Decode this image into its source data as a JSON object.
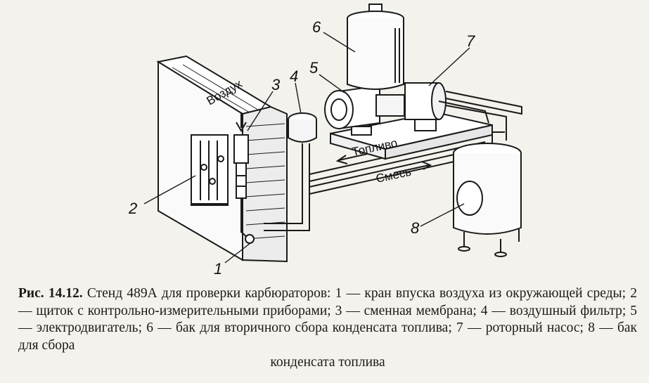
{
  "diagram": {
    "callouts": [
      "1",
      "2",
      "3",
      "4",
      "5",
      "6",
      "7",
      "8"
    ],
    "labels": {
      "air": "Воздух",
      "fuel": "Топливо",
      "mixture": "Смесь"
    }
  },
  "caption": {
    "figure_number": "Рис. 14.12.",
    "body": "Стенд 489А для проверки карбюраторов: 1 — кран впуска воздуха из окружающей среды; 2 — щиток с контрольно-измерительными приборами; 3 — сменная мембрана; 4 — воздушный фильтр; 5 — электродвигатель; 6 — бак для вторичного сбора конденсата топлива; 7 — роторный насос; 8 — бак для сбора",
    "last_line": "конденсата топлива"
  }
}
